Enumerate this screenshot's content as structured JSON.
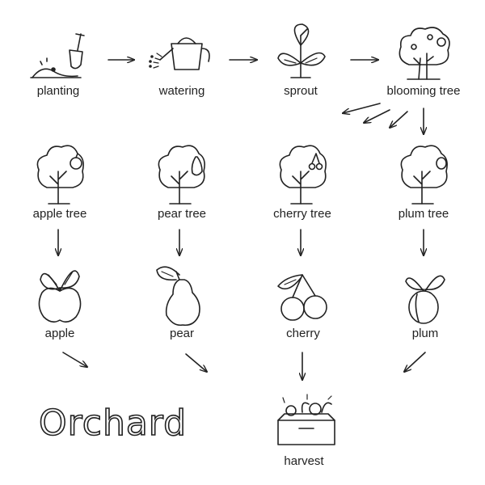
{
  "diagram": {
    "title": "Orchard",
    "stages": {
      "planting": "planting",
      "watering": "watering",
      "sprout": "sprout",
      "blooming_tree": "blooming tree",
      "apple_tree": "apple tree",
      "pear_tree": "pear tree",
      "cherry_tree": "cherry tree",
      "plum_tree": "plum tree",
      "apple": "apple",
      "pear": "pear",
      "cherry": "cherry",
      "plum": "plum",
      "harvest": "harvest"
    },
    "edges": [
      [
        "planting",
        "watering"
      ],
      [
        "watering",
        "sprout"
      ],
      [
        "sprout",
        "blooming_tree"
      ],
      [
        "blooming_tree",
        "apple_tree"
      ],
      [
        "blooming_tree",
        "pear_tree"
      ],
      [
        "blooming_tree",
        "cherry_tree"
      ],
      [
        "blooming_tree",
        "plum_tree"
      ],
      [
        "apple_tree",
        "apple"
      ],
      [
        "pear_tree",
        "pear"
      ],
      [
        "cherry_tree",
        "cherry"
      ],
      [
        "plum_tree",
        "plum"
      ],
      [
        "apple",
        "harvest"
      ],
      [
        "pear",
        "harvest"
      ],
      [
        "cherry",
        "harvest"
      ],
      [
        "plum",
        "harvest"
      ]
    ],
    "colors": {
      "stroke": "#222222",
      "background": "#ffffff"
    }
  }
}
